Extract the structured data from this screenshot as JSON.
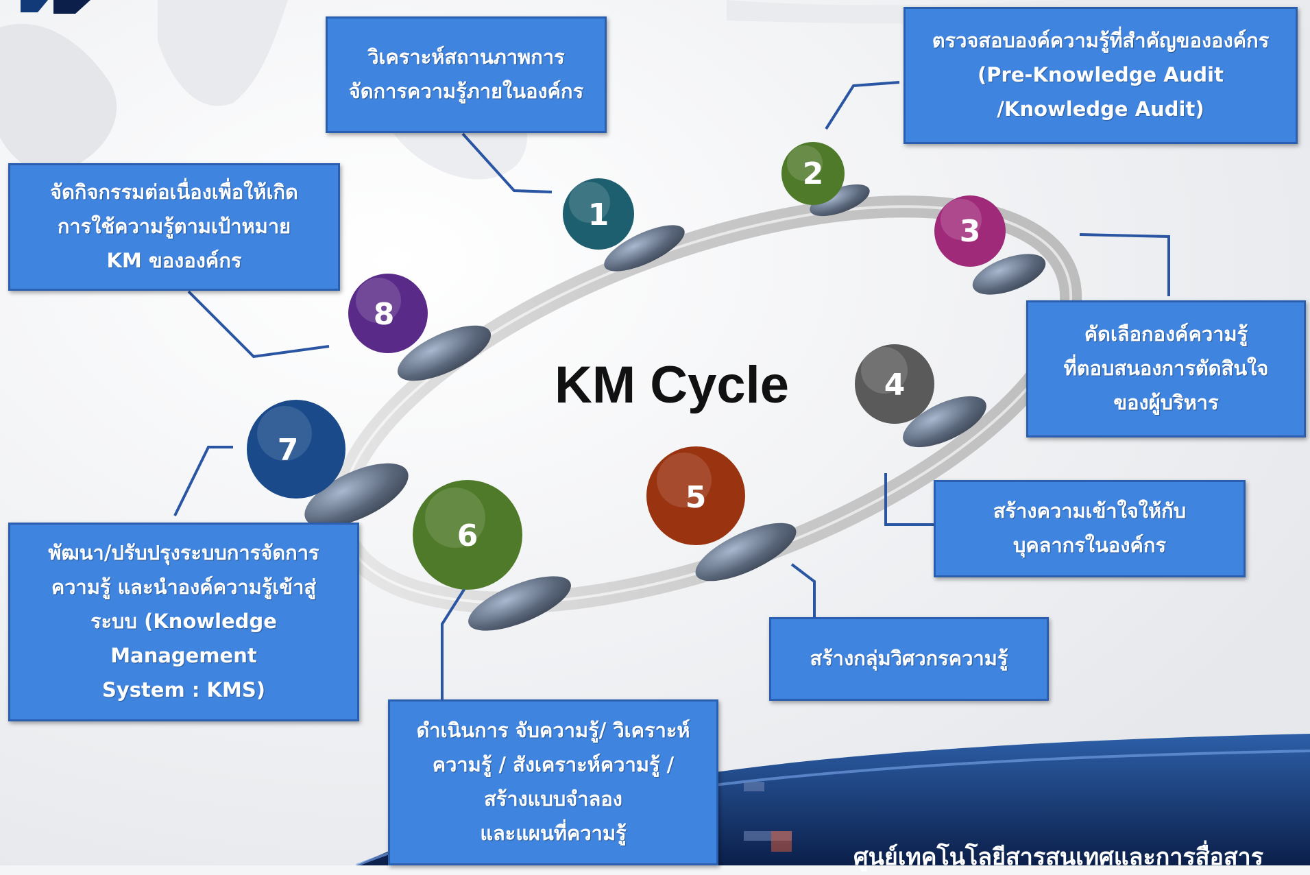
{
  "diagram": {
    "center_title": "KM Cycle",
    "footer_text": "ศูนย์เทคโนโลยีสารสนเทศและการสื่อสาร",
    "colors": {
      "box_fill": "#3f84df",
      "step1": "#1d5f6e",
      "step2": "#4f7a2a",
      "step3": "#a02a7a",
      "step4": "#5a5a5a",
      "step5": "#9a3310",
      "step6": "#4f7a2a",
      "step7": "#1a4a8a",
      "step8": "#5a2a88"
    },
    "steps": [
      {
        "number": "1",
        "text": "วิเคราะห์สถานภาพการ\nจัดการความรู้ภายในองค์กร"
      },
      {
        "number": "2",
        "text": "ตรวจสอบองค์ความรู้ที่สำคัญขององค์กร\n(Pre-Knowledge Audit\n/Knowledge Audit)"
      },
      {
        "number": "3",
        "text": "คัดเลือกองค์ความรู้\nที่ตอบสนองการตัดสินใจ\nของผู้บริหาร"
      },
      {
        "number": "4",
        "text": "สร้างความเข้าใจให้กับ\nบุคลากรในองค์กร"
      },
      {
        "number": "5",
        "text": "สร้างกลุ่มวิศวกรความรู้"
      },
      {
        "number": "6",
        "text": "ดำเนินการ จับความรู้/ วิเคราะห์\nความรู้ / สังเคราะห์ความรู้ /\nสร้างแบบจำลอง\nและแผนที่ความรู้"
      },
      {
        "number": "7",
        "text": "พัฒนา/ปรับปรุงระบบการจัดการ\nความรู้ และนำองค์ความรู้เข้าสู่\nระบบ (Knowledge Management\nSystem : KMS)"
      },
      {
        "number": "8",
        "text": "จัดกิจกรรมต่อเนื่องเพื่อให้เกิด\nการใช้ความรู้ตามเป้าหมาย\nKM ขององค์กร"
      }
    ]
  }
}
